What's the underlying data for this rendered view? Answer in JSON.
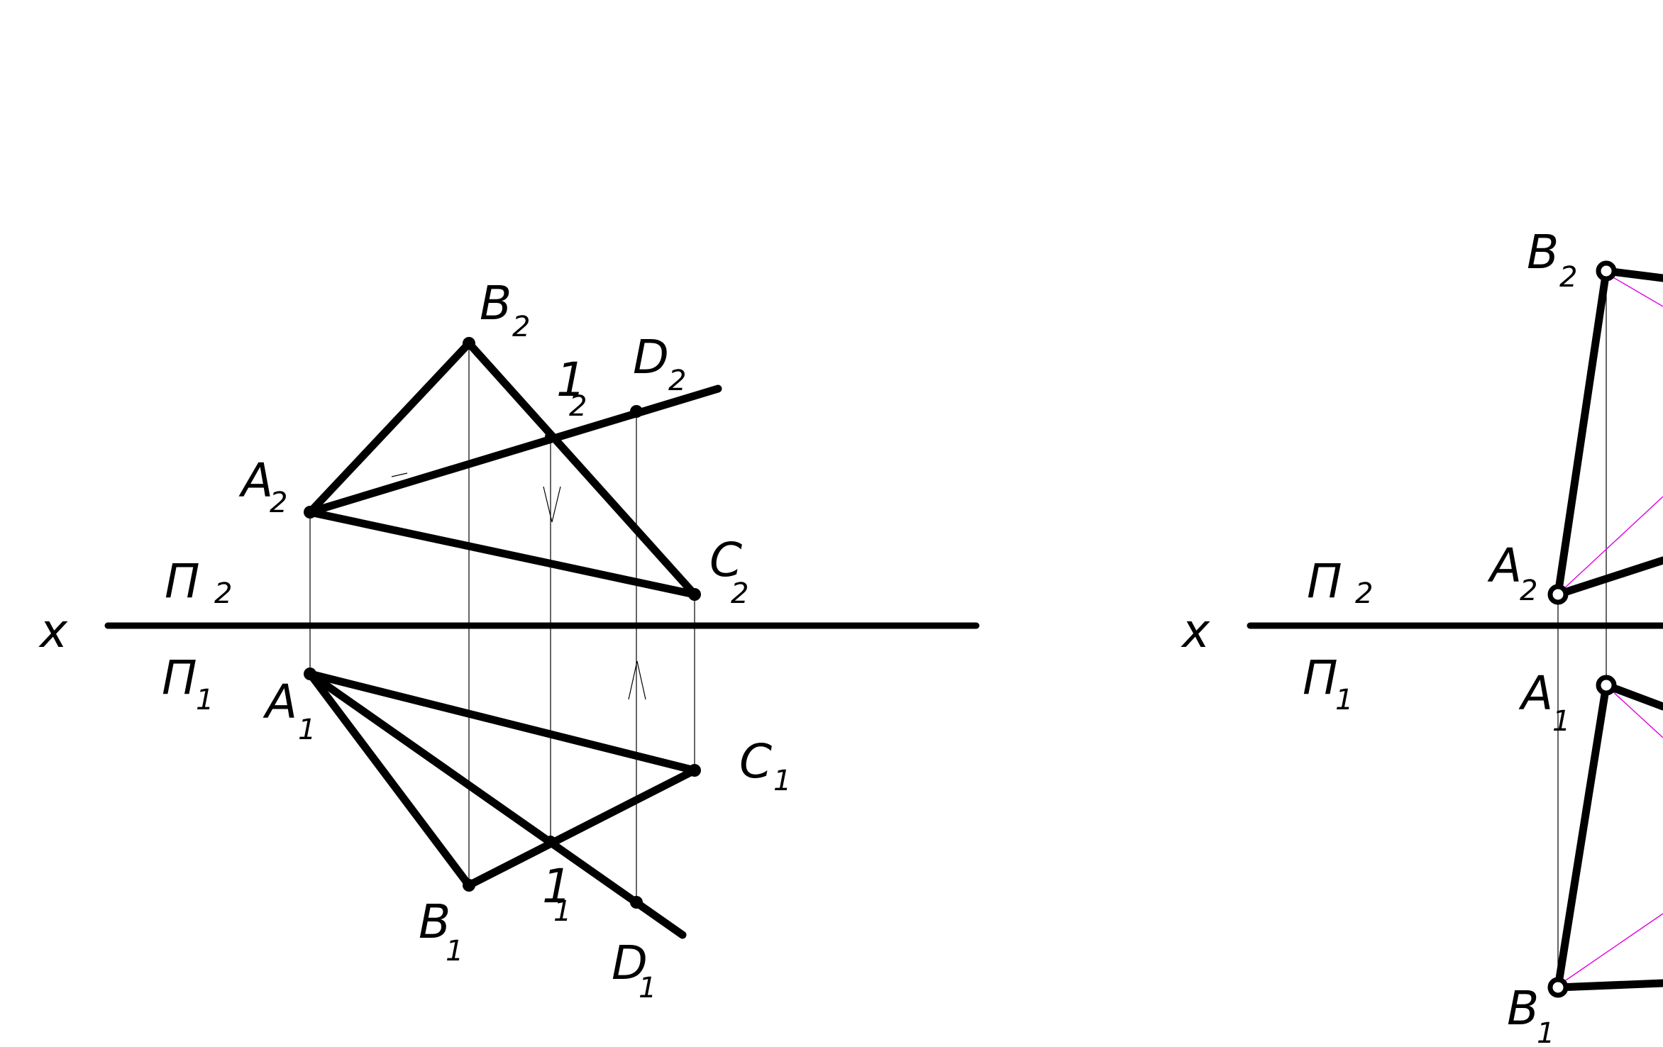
{
  "labels": {
    "axis_x": "x",
    "plane_p2": "П",
    "plane_p2_sub": "2",
    "plane_p1": "П",
    "plane_p1_sub": "1",
    "A": "A",
    "B": "B",
    "C": "C",
    "D": "D",
    "one": "1",
    "sub2": "2",
    "sub1": "1"
  },
  "colors": {
    "line": "#000000",
    "construction_right": "#e000e0",
    "background": "#ffffff"
  }
}
